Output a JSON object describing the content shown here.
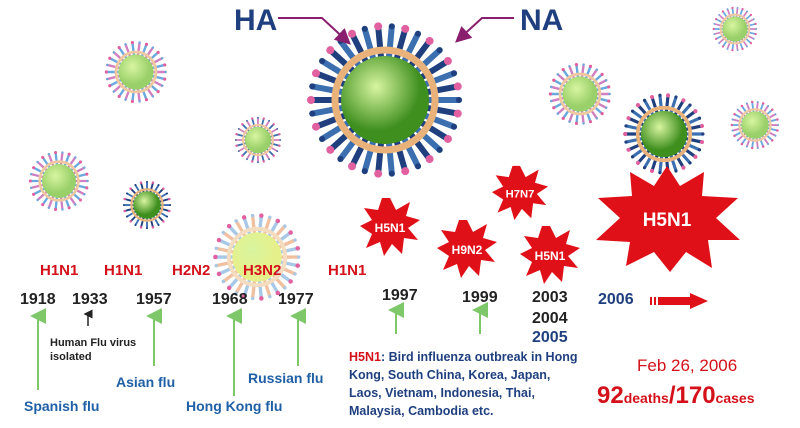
{
  "labels": {
    "ha": "HA",
    "na": "NA"
  },
  "subtypes": {
    "h1n1_1918": "H1N1",
    "h1n1_1957": "H1N1",
    "h2n2": "H2N2",
    "h3n2": "H3N2",
    "h1n1_1977": "H1N1"
  },
  "years": {
    "y1918": "1918",
    "y1933": "1933",
    "y1957": "1957",
    "y1968": "1968",
    "y1977": "1977",
    "y1997": "1997",
    "y1999": "1999",
    "y2003": "2003",
    "y2004": "2004",
    "y2005": "2005",
    "y2006": "2006"
  },
  "bursts": {
    "h5n1_a": "H5N1",
    "h9n2": "H9N2",
    "h7n7": "H7N7",
    "h5n1_b": "H5N1",
    "h5n1_big": "H5N1"
  },
  "pandemics": {
    "spanish": "Spanish flu",
    "asian": "Asian flu",
    "hongkong": "Hong Kong flu",
    "russian": "Russian flu"
  },
  "notes": {
    "human_flu_isolated": "Human Flu virus isolated"
  },
  "h5n1_note": {
    "prefix": "H5N1",
    "text": ": Bird influenza outbreak in Hong Kong, South China, Korea, Japan, Laos, Vietnam, Indonesia, Thai, Malaysia, Cambodia etc."
  },
  "stats": {
    "date": "Feb 26, 2006",
    "deaths_num": "92",
    "deaths_label": "deaths",
    "slash": "/",
    "cases_num": "170",
    "cases_label": "cases"
  },
  "colors": {
    "red": "#d4111a",
    "blue": "#1f3f7f",
    "green": "#7ec86a",
    "virus_core": "#3f8f1f"
  }
}
